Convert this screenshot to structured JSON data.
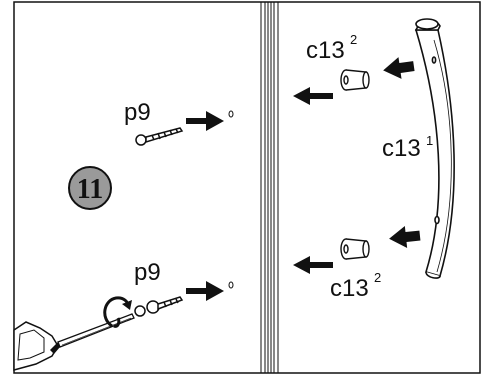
{
  "step": {
    "number": "11"
  },
  "parts": {
    "screw_top": {
      "name": "p9"
    },
    "screw_bottom": {
      "name": "p9"
    },
    "handle": {
      "name": "c13",
      "index": "1"
    },
    "cap_top": {
      "name": "c13",
      "index": "2"
    },
    "cap_bottom": {
      "name": "c13",
      "index": "2"
    }
  },
  "colors": {
    "ink": "#111111",
    "shade": "#9a9a9a",
    "bg": "#ffffff"
  },
  "icons": [
    "screwdriver-icon",
    "rotation-arrow-icon",
    "screw-icon",
    "cap-icon",
    "handle-icon",
    "arrow-icon"
  ]
}
